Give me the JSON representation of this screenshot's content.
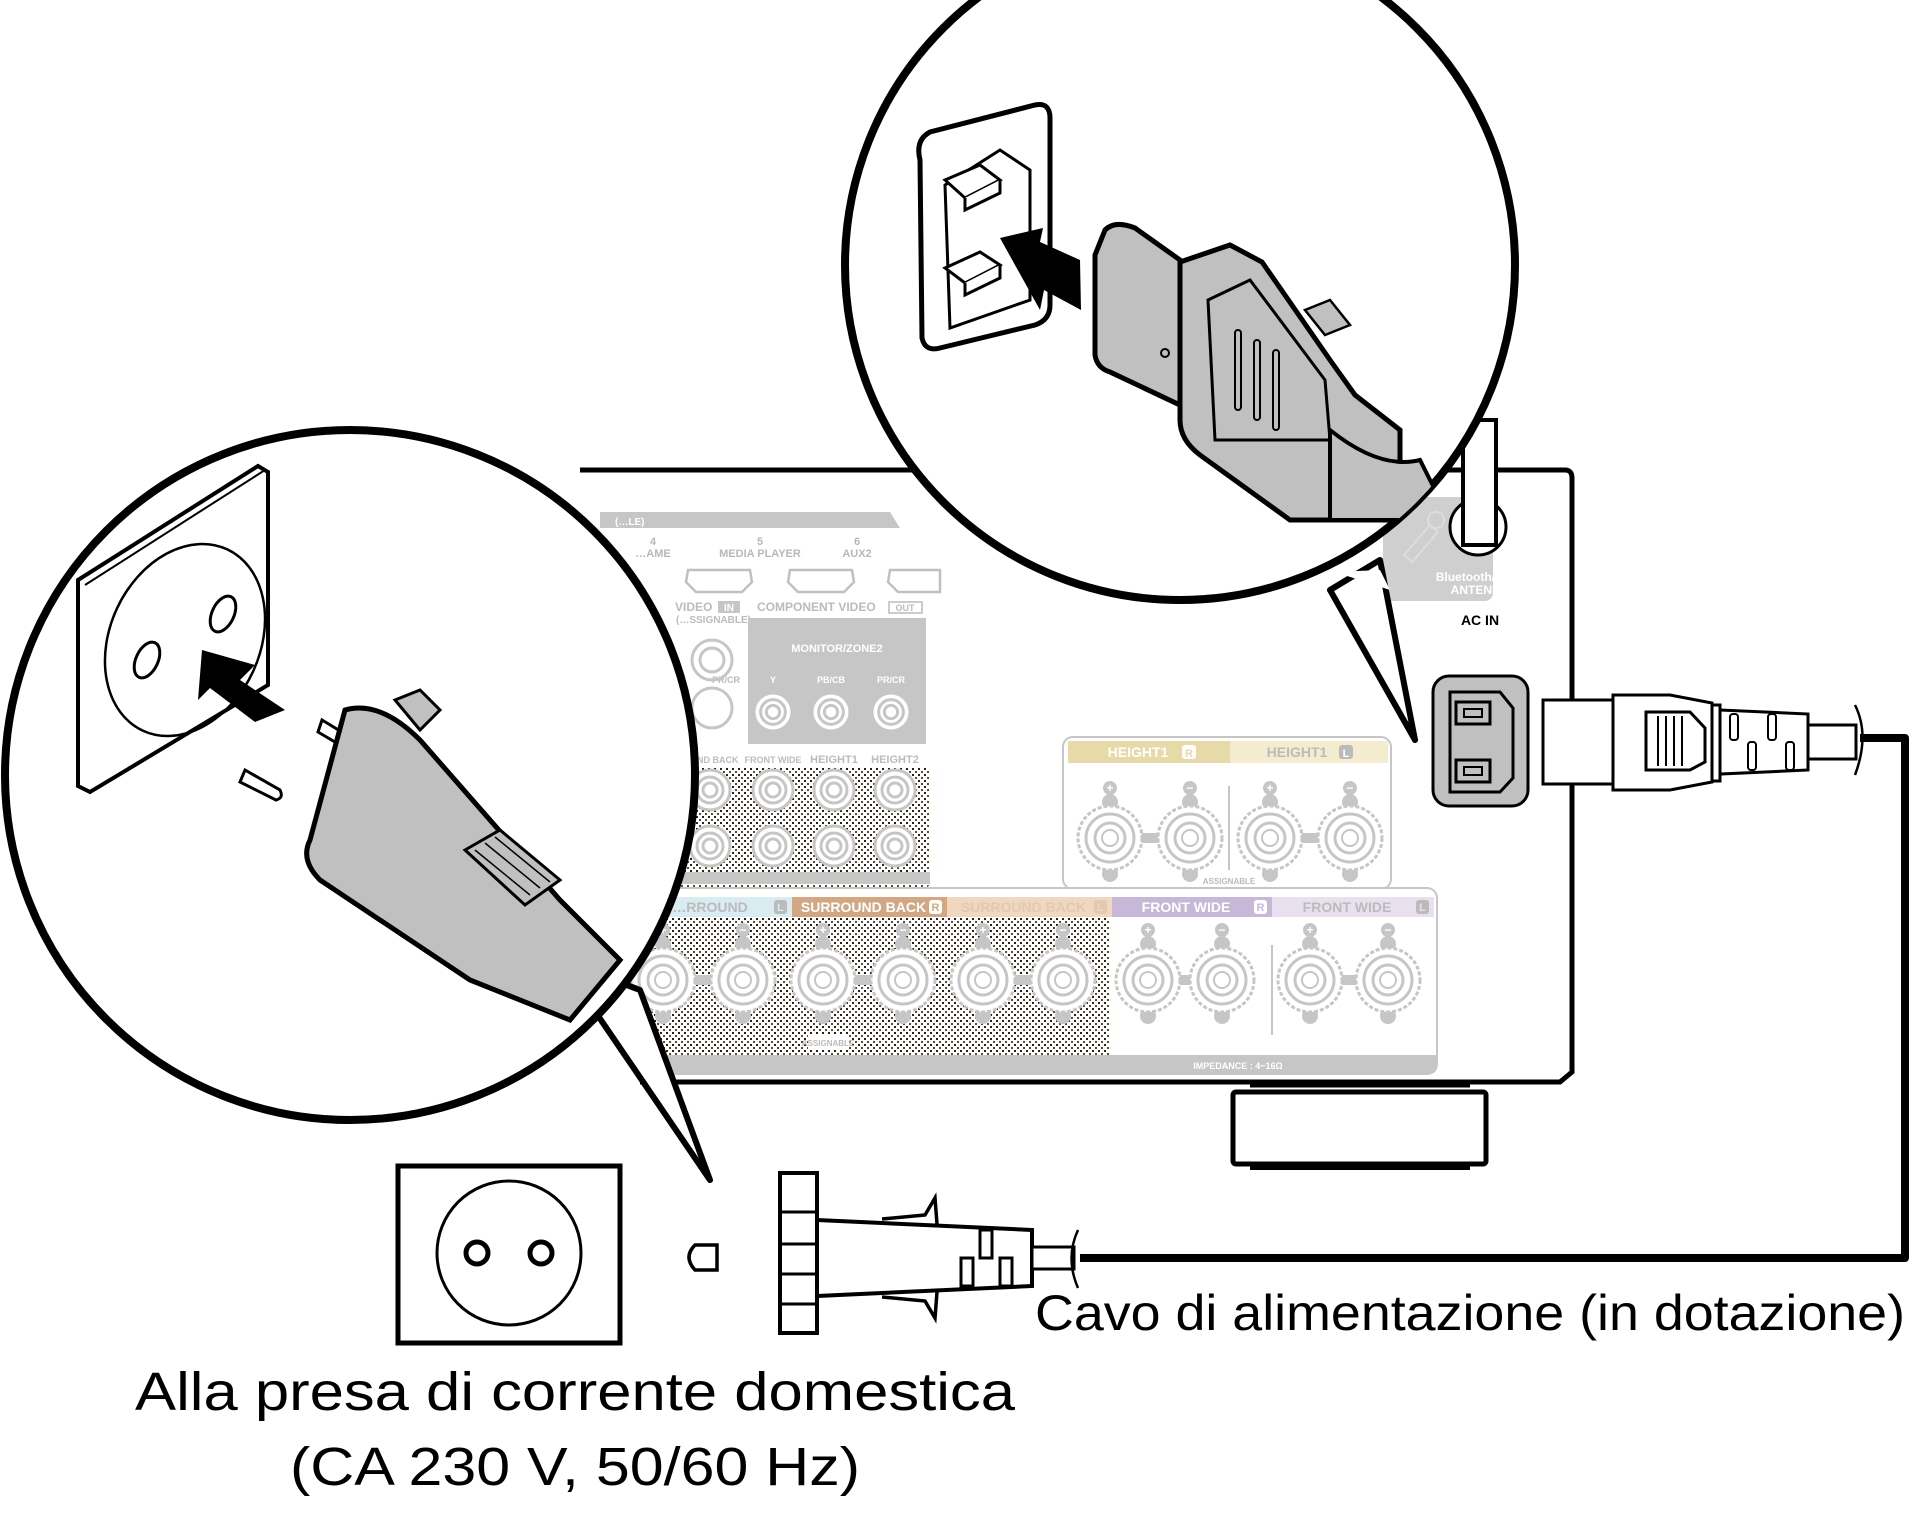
{
  "diagram": {
    "title": "Power cord connection",
    "colors": {
      "outline": "#000000",
      "panel_gray": "#c0c0c0",
      "panel_label_gray": "#bdbdbd",
      "plug_gray": "#c0c0c0",
      "height1_r": "#e8d9a8",
      "height1_l": "#f4eccf",
      "surround_l": "#d8ecf1",
      "surround_back_r": "#d2a884",
      "surround_back_l": "#f0d8c0",
      "front_wide_r": "#c8b8d8",
      "front_wide_l": "#e8e0ef"
    },
    "receiver_panel": {
      "hdmi_header": "(…LE)",
      "hdmi_inputs": [
        {
          "number": "4",
          "name": "…AME"
        },
        {
          "number": "5",
          "name": "MEDIA PLAYER"
        },
        {
          "number": "6",
          "name": "AUX2"
        }
      ],
      "video_in_label": "VIDEO",
      "video_in_badge": "IN",
      "video_in_sub": "(…SSIGNABLE)",
      "video_in_jack_label": "PR/CR",
      "component_title": "COMPONENT VIDEO",
      "component_badge": "OUT",
      "component_zone": "MONITOR/ZONE2",
      "component_jacks": [
        "Y",
        "PB/CB",
        "PR/CR"
      ],
      "preout_labels": [
        "…UND BACK",
        "FRONT WIDE",
        "HEIGHT1",
        "HEIGHT2"
      ],
      "height_sections": [
        {
          "label": "HEIGHT1",
          "badge": "R"
        },
        {
          "label": "HEIGHT1",
          "badge": "L"
        }
      ],
      "height_assignable": "ASSIGNABLE",
      "speaker_sections": [
        {
          "label": "…RROUND",
          "badge": "L"
        },
        {
          "label": "SURROUND BACK",
          "badge": "R"
        },
        {
          "label": "SURROUND BACK",
          "badge": "L"
        },
        {
          "label": "FRONT WIDE",
          "badge": "R"
        },
        {
          "label": "FRONT WIDE",
          "badge": "L"
        }
      ],
      "speaker_assignable": "ASSIGNABLE",
      "impedance": "IMPEDANCE : 4~16Ω",
      "antenna_label_1": "Bluetooth/Wi-Fi",
      "antenna_label_2": "ANTENNA",
      "ac_in_label": "AC IN",
      "plus_sign": "+",
      "minus_sign": "−"
    },
    "captions": {
      "power_cord": "Cavo di alimentazione (in dotazione)",
      "outlet_line1": "Alla presa di corrente domestica",
      "outlet_line2": "(CA 230 V, 50/60 Hz)"
    }
  }
}
